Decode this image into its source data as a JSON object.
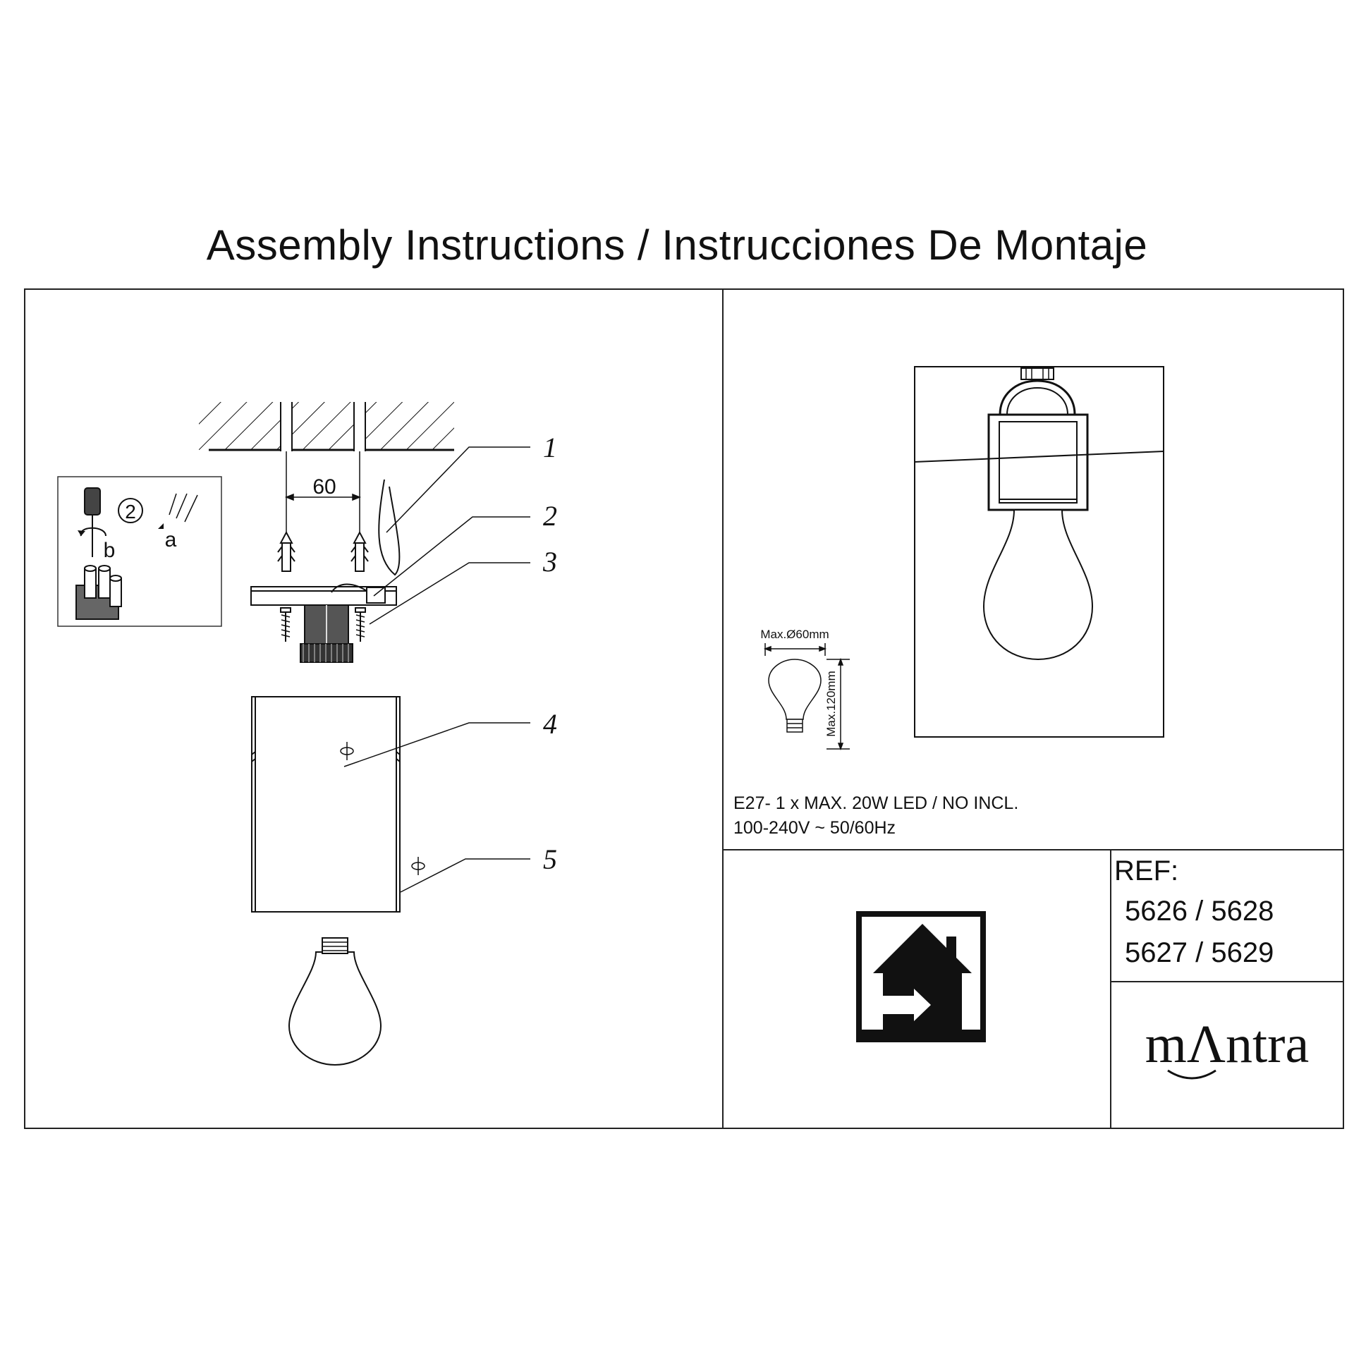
{
  "document": {
    "title": "Assembly Instructions / Instrucciones De Montaje"
  },
  "assembly": {
    "dimension": "60",
    "parts": [
      "1",
      "2",
      "3",
      "4",
      "5"
    ],
    "detail": {
      "step": "2",
      "a": "a",
      "b": "b"
    }
  },
  "bulb": {
    "max_diameter": "Max.Ø60mm",
    "max_height": "Max.120mm"
  },
  "specs": {
    "line1": "E27- 1 x MAX.  20W  LED / NO INCL.",
    "line2": "100-240V  ~  50/60Hz"
  },
  "reference": {
    "label": "REF:",
    "line1": "5626 / 5628",
    "line2": "5627 / 5629"
  },
  "brand": {
    "name": "mΛntra"
  },
  "icons": {
    "indoor": "indoor-use-house-icon"
  }
}
